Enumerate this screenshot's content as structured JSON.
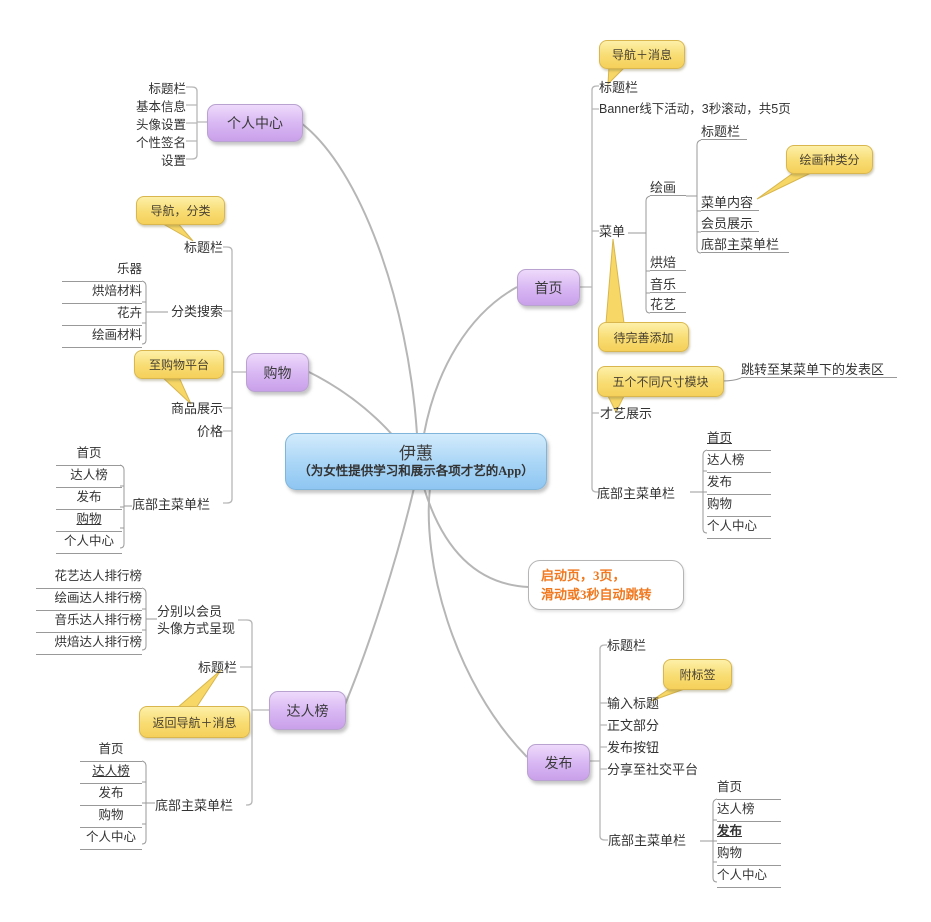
{
  "colors": {
    "center_blue": "#a8d5f6",
    "branch_purple": "#d9b8f3",
    "callout_yellow": "#f8dc72",
    "splash_orange": "#f0781e",
    "line_gray": "#b6b6b6"
  },
  "center": {
    "title": "伊蕙",
    "subtitle": "（为女性提供学习和展示各项才艺的App）"
  },
  "splash": {
    "text": "启动页，3页，\n滑动或3秒自动跳转"
  },
  "personal": {
    "label": "个人中心",
    "children": [
      "标题栏",
      "基本信息",
      "头像设置",
      "个性签名",
      "设置"
    ]
  },
  "shopping": {
    "label": "购物",
    "callout_nav": "导航，分类",
    "title_bar": "标题栏",
    "cat_search": "分类搜索",
    "cats": [
      "乐器",
      "烘焙材料",
      "花卉",
      "绘画材料"
    ],
    "callout_platform": "至购物平台",
    "product": "商品展示",
    "price": "价格",
    "bottom_menu_label": "底部主菜单栏",
    "menu": [
      "首页",
      "达人榜",
      "发布",
      "购物",
      "个人中心"
    ],
    "menu_active": "购物"
  },
  "talent": {
    "label": "达人榜",
    "rank_label": "分别以会员\n头像方式呈现",
    "ranks": [
      "花艺达人排行榜",
      "绘画达人排行榜",
      "音乐达人排行榜",
      "烘焙达人排行榜"
    ],
    "title_bar": "标题栏",
    "callout_back": "返回导航＋消息",
    "bottom_menu_label": "底部主菜单栏",
    "menu": [
      "首页",
      "达人榜",
      "发布",
      "购物",
      "个人中心"
    ],
    "menu_active": "达人榜"
  },
  "home": {
    "label": "首页",
    "callout_nav": "导航＋消息",
    "title_bar": "标题栏",
    "banner": "Banner线下活动，3秒滚动，共5页",
    "menu_node": "菜单",
    "menu_items": [
      "绘画",
      "烘焙",
      "音乐",
      "花艺"
    ],
    "paint_children": [
      "标题栏",
      "菜单内容",
      "会员展示",
      "底部主菜单栏"
    ],
    "callout_paint": "绘画种类分",
    "callout_todo": "待完善添加",
    "callout_modules": "五个不同尺寸模块",
    "jump_note": "跳转至某菜单下的发表区",
    "talent_show": "才艺展示",
    "bottom_menu_label": "底部主菜单栏",
    "menu": [
      "首页",
      "达人榜",
      "发布",
      "购物",
      "个人中心"
    ],
    "menu_active": "首页"
  },
  "publish": {
    "label": "发布",
    "title_bar": "标题栏",
    "callout_tag": "附标签",
    "input_title": "输入标题",
    "body_part": "正文部分",
    "publish_btn": "发布按钮",
    "share": "分享至社交平台",
    "bottom_menu_label": "底部主菜单栏",
    "menu": [
      "首页",
      "达人榜",
      "发布",
      "购物",
      "个人中心"
    ],
    "menu_active": "发布"
  }
}
